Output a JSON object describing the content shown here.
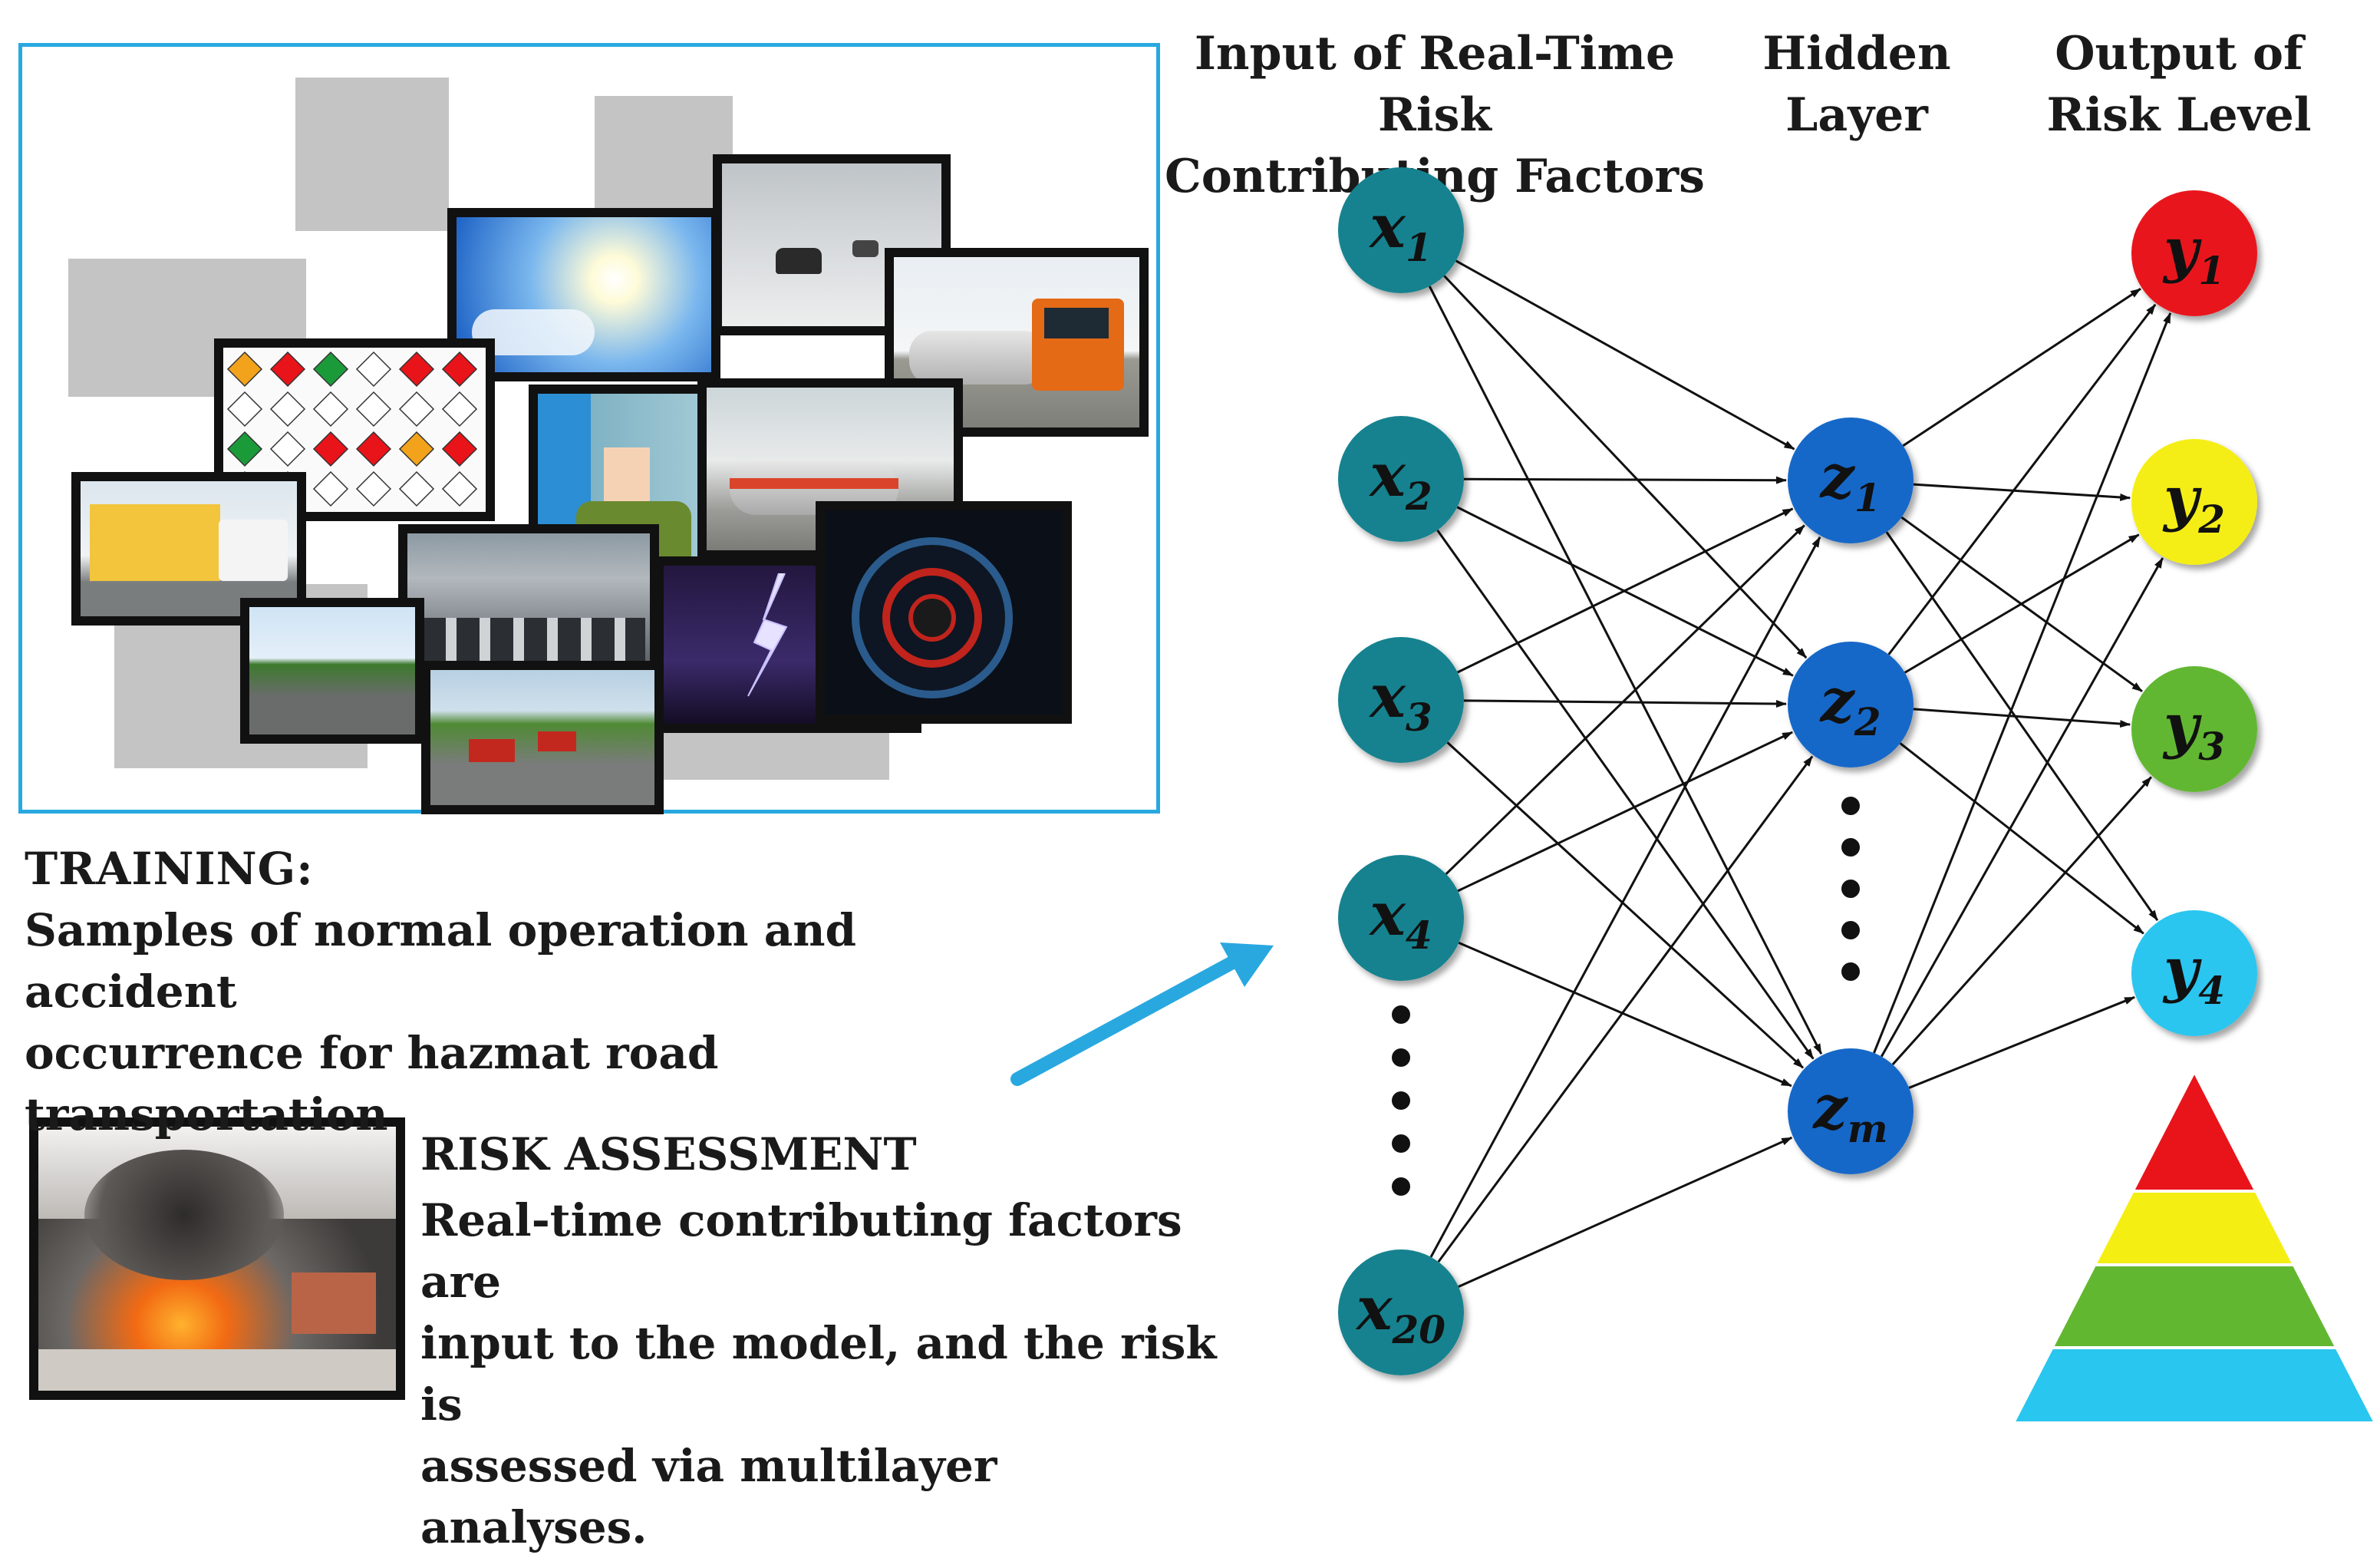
{
  "header": {
    "input_title_1": "Input of Real-Time Risk",
    "input_title_2": "Contributing Factors",
    "hidden_title_1": "Hidden",
    "hidden_title_2": "Layer",
    "output_title_1": "Output of",
    "output_title_2": "Risk Level"
  },
  "training": {
    "heading": "TRAINING:",
    "line1": "Samples of normal operation and accident",
    "line2": "occurrence for hazmat road transportation"
  },
  "risk_assessment": {
    "heading": "RISK ASSESSMENT",
    "line1": "Real-time contributing factors are",
    "line2": "input to the model, and the risk is",
    "line3": "assessed via multilayer analyses."
  },
  "network": {
    "input_nodes": [
      {
        "base": "x",
        "sub": "1"
      },
      {
        "base": "x",
        "sub": "2"
      },
      {
        "base": "x",
        "sub": "3"
      },
      {
        "base": "x",
        "sub": "4"
      },
      {
        "base": "x",
        "sub": "20"
      }
    ],
    "hidden_nodes": [
      {
        "base": "z",
        "sub": "1"
      },
      {
        "base": "z",
        "sub": "2"
      },
      {
        "base": "z",
        "sub": "m"
      }
    ],
    "output_nodes": [
      {
        "base": "y",
        "sub": "1",
        "color": "#e8141a"
      },
      {
        "base": "y",
        "sub": "2",
        "color": "#f5ee12"
      },
      {
        "base": "y",
        "sub": "3",
        "color": "#62b731"
      },
      {
        "base": "y",
        "sub": "4",
        "color": "#29c6ef"
      }
    ],
    "input_color": "#12828f",
    "hidden_color": "#1468c8"
  },
  "pyramid_colors": [
    "#e8141a",
    "#f5ee12",
    "#62b731",
    "#29c6ef"
  ],
  "collage": {
    "photos": [
      "traffic-jam",
      "sunny-sky",
      "snowy-road",
      "tanker-truck",
      "hazmat-placards",
      "driver-cab",
      "tanker-trailer",
      "hazmat-van",
      "lightning-storm",
      "speedometer",
      "highway",
      "trucks-on-highway"
    ]
  },
  "accent_color": "#29a8e0"
}
